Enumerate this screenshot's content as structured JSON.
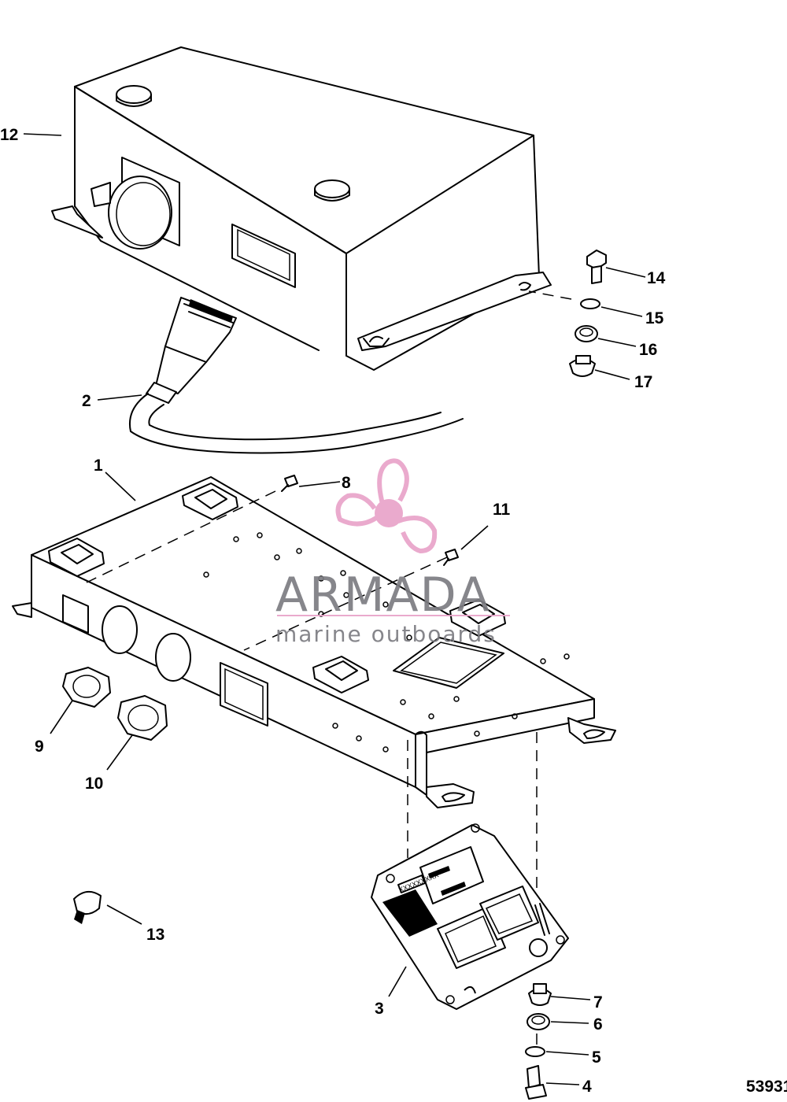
{
  "diagram": {
    "figure_number": "53931",
    "callouts": [
      "1",
      "2",
      "3",
      "4",
      "5",
      "6",
      "7",
      "8",
      "9",
      "10",
      "11",
      "12",
      "13",
      "14",
      "15",
      "16",
      "17"
    ],
    "label_sticker_text": "XXXXXXXXX"
  },
  "watermark": {
    "brand": "ARMADA",
    "tagline": "marine outboards",
    "logo_color": "#e9a3c9",
    "text_color": "#7c7c82"
  }
}
